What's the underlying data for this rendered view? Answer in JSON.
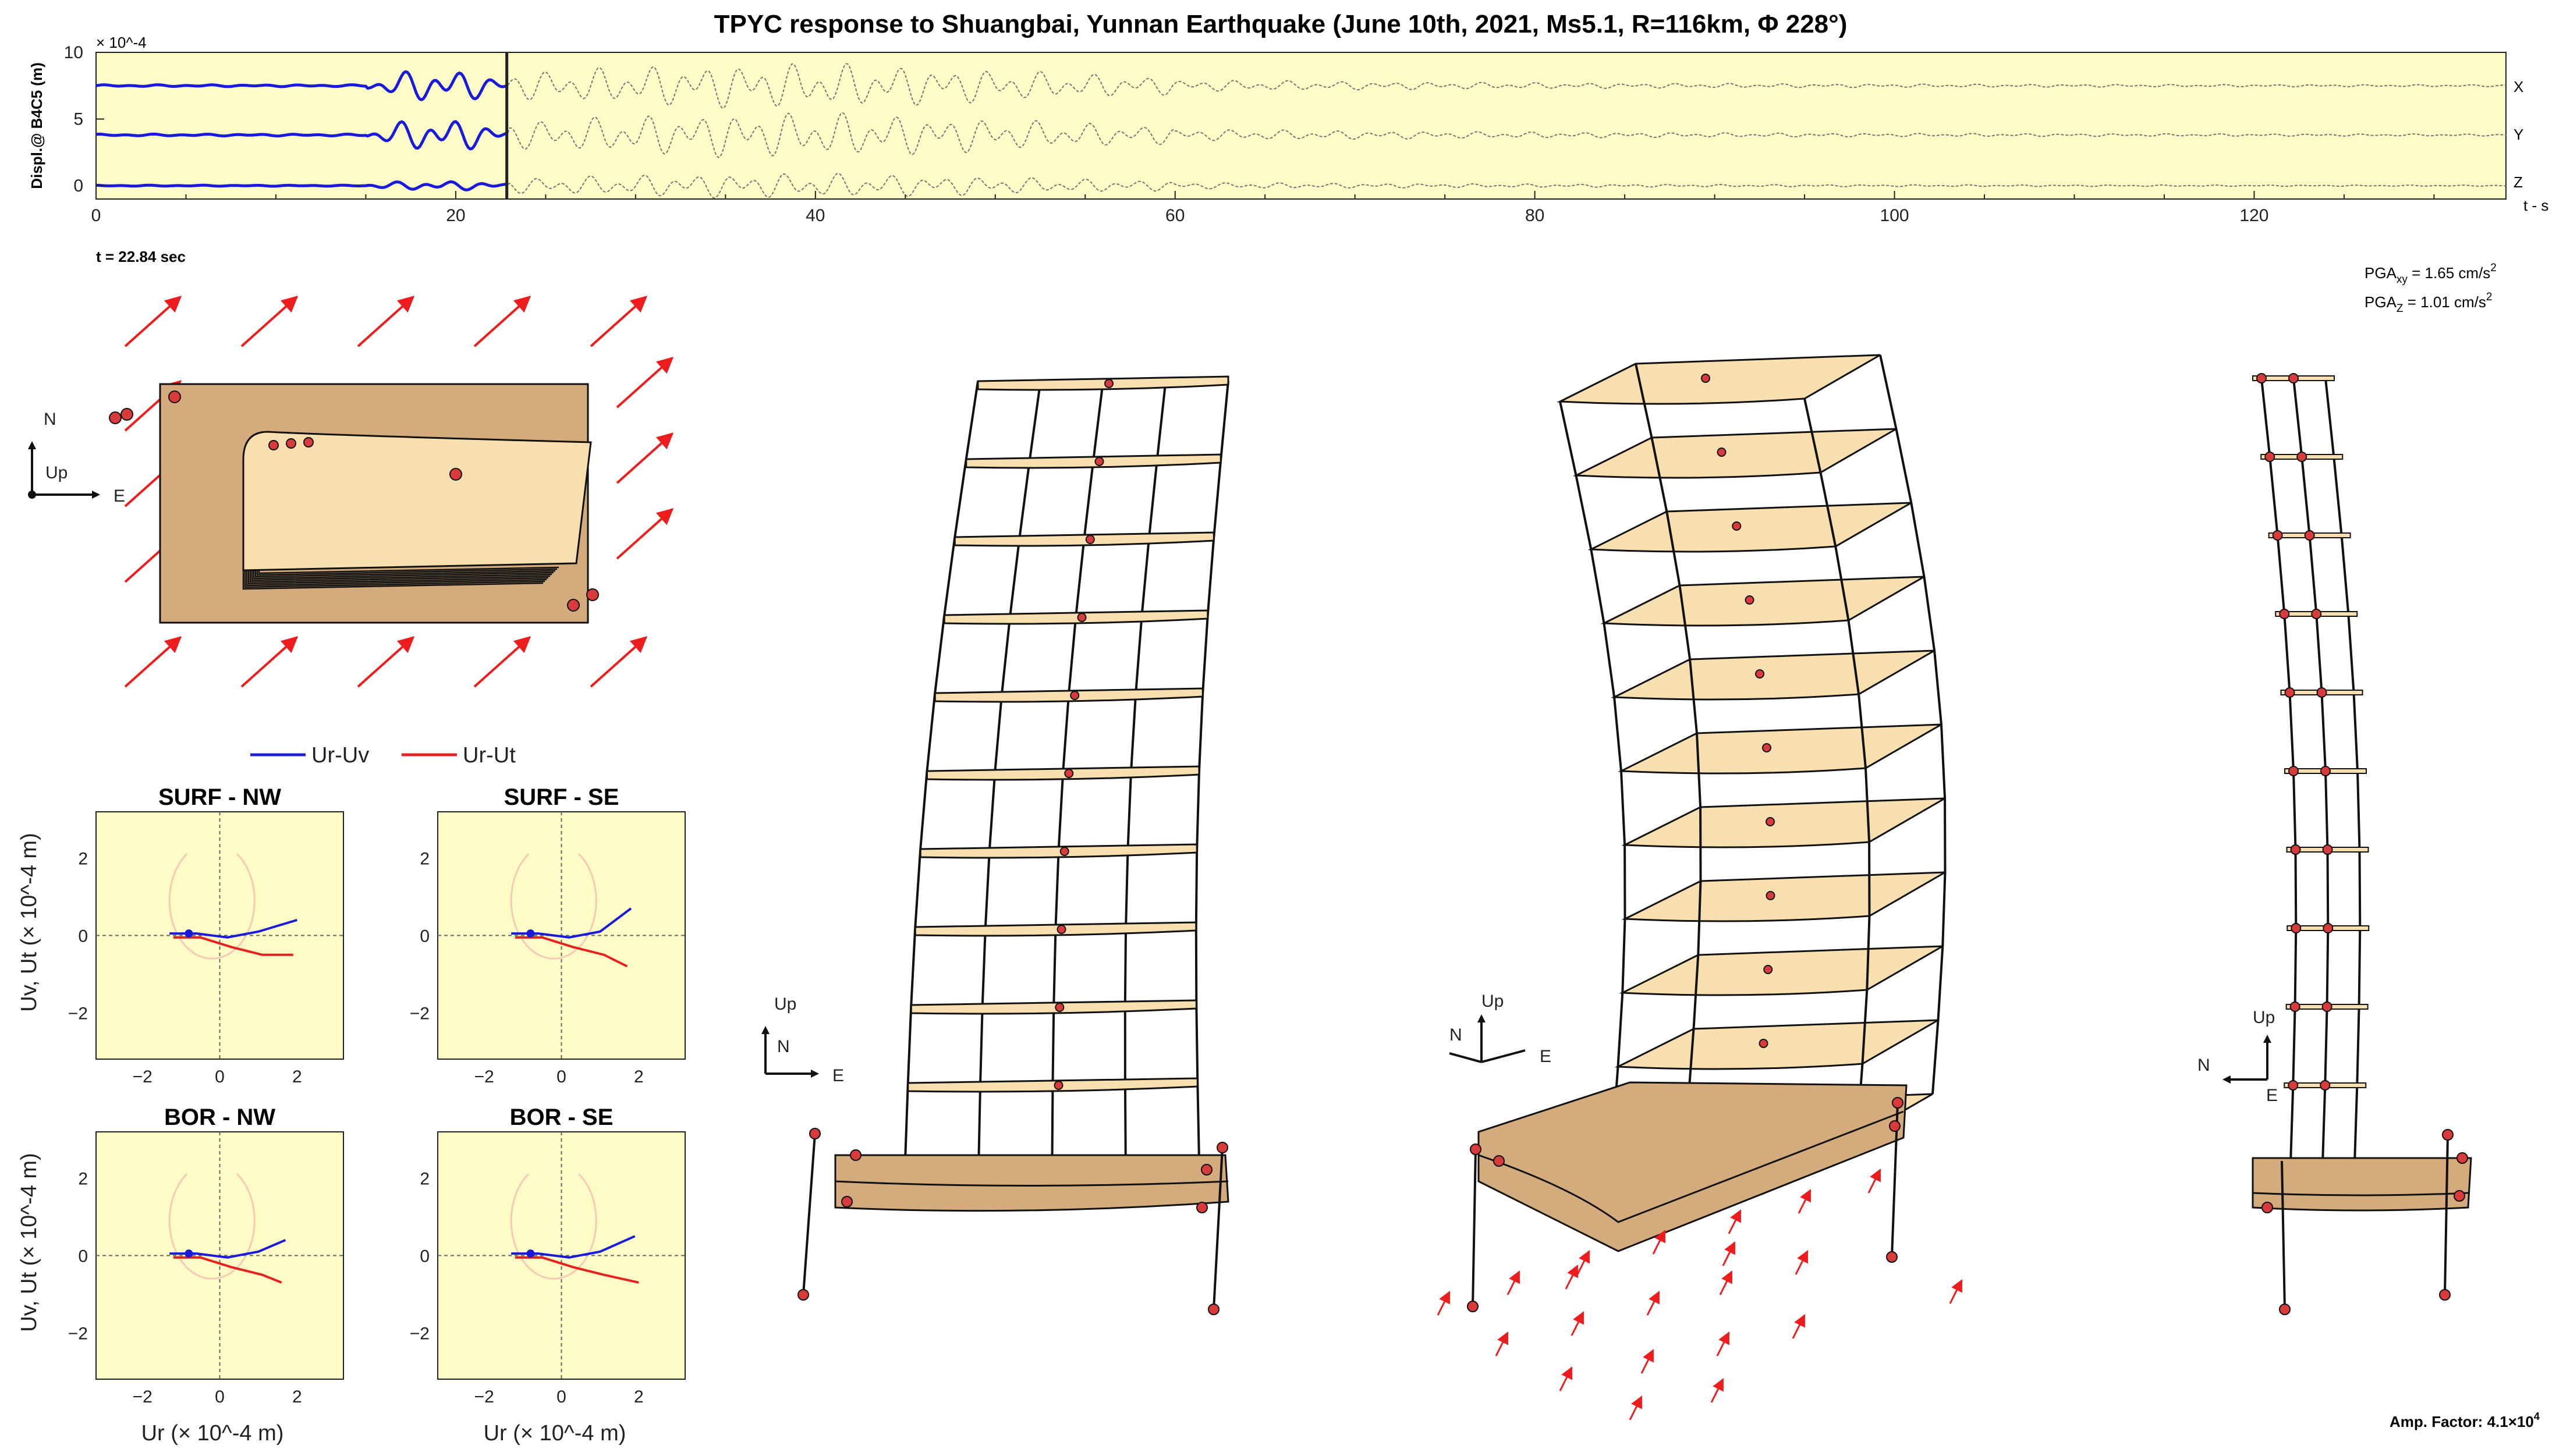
{
  "chart_data": [
    {
      "type": "line",
      "title": "TPYC response to Shuangbai, Yunnan Earthquake (June 10th, 2021, Ms5.1, R=116km, Φ 228°)",
      "ylabel": "Displ.@ B4C5 (m)",
      "xlabel": "t - s",
      "y_exponent": "× 10^-4",
      "xlim": [
        0,
        134
      ],
      "ylim": [
        -1,
        10
      ],
      "x_ticks": [
        "0",
        "20",
        "40",
        "60",
        "80",
        "100",
        "120"
      ],
      "y_ticks": [
        "10",
        "5",
        "0"
      ],
      "series": [
        {
          "name": "X",
          "offset": 7.5,
          "color": "#1a1adb"
        },
        {
          "name": "Y",
          "offset": 3.8,
          "color": "#1a1adb"
        },
        {
          "name": "Z",
          "offset": 0.0,
          "color": "#1a1adb"
        }
      ],
      "cursor_time": 22.84,
      "time_label": "t = 22.84 sec",
      "grid": false,
      "background": "#fdfbc6"
    },
    {
      "type": "line",
      "legend": [
        {
          "name": "Ur-Uv",
          "color": "#1f1fd6"
        },
        {
          "name": "Ur-Ut",
          "color": "#e8201f"
        }
      ],
      "xlabel": "Ur (× 10^-4 m)",
      "ylabel": "Uv, Ut (× 10^-4 m)",
      "xlim": [
        -3.2,
        3.2
      ],
      "ylim": [
        -3.2,
        3.2
      ],
      "x_ticks": [
        "−2",
        "0",
        "2"
      ],
      "y_ticks": [
        "2",
        "0",
        "−2"
      ],
      "panels": [
        {
          "title": "SURF - NW",
          "end_v": [
            2.0,
            0.4
          ],
          "end_t": [
            1.9,
            -0.5
          ]
        },
        {
          "title": "SURF - SE",
          "end_v": [
            1.8,
            0.7
          ],
          "end_t": [
            1.7,
            -0.8
          ]
        },
        {
          "title": "BOR - NW",
          "end_v": [
            1.7,
            0.4
          ],
          "end_t": [
            1.6,
            -0.7
          ]
        },
        {
          "title": "BOR - SE",
          "end_v": [
            1.9,
            0.5
          ],
          "end_t": [
            2.0,
            -0.7
          ]
        }
      ],
      "background": "#fdfbc6"
    }
  ],
  "annotations": {
    "pga_xy_prefix": "PGA",
    "pga_xy_sub": "xy",
    "pga_xy_value": " = 1.65 cm/s",
    "pga_z_prefix": "PGA",
    "pga_z_sub": "Z",
    "pga_z_value": " = 1.01 cm/s",
    "sup2": "2",
    "amp_factor": "Amp. Factor: 4.1×10",
    "amp_exp": "4"
  },
  "axes_labels": {
    "n": "N",
    "e": "E",
    "up": "Up"
  },
  "colors": {
    "floor_fill": "#f7dfb0",
    "base_fill": "#d3ab7d",
    "node": "#d93b3b",
    "arrow": "#ee1c1c",
    "blue": "#1a1adb",
    "red": "#e8201f"
  }
}
